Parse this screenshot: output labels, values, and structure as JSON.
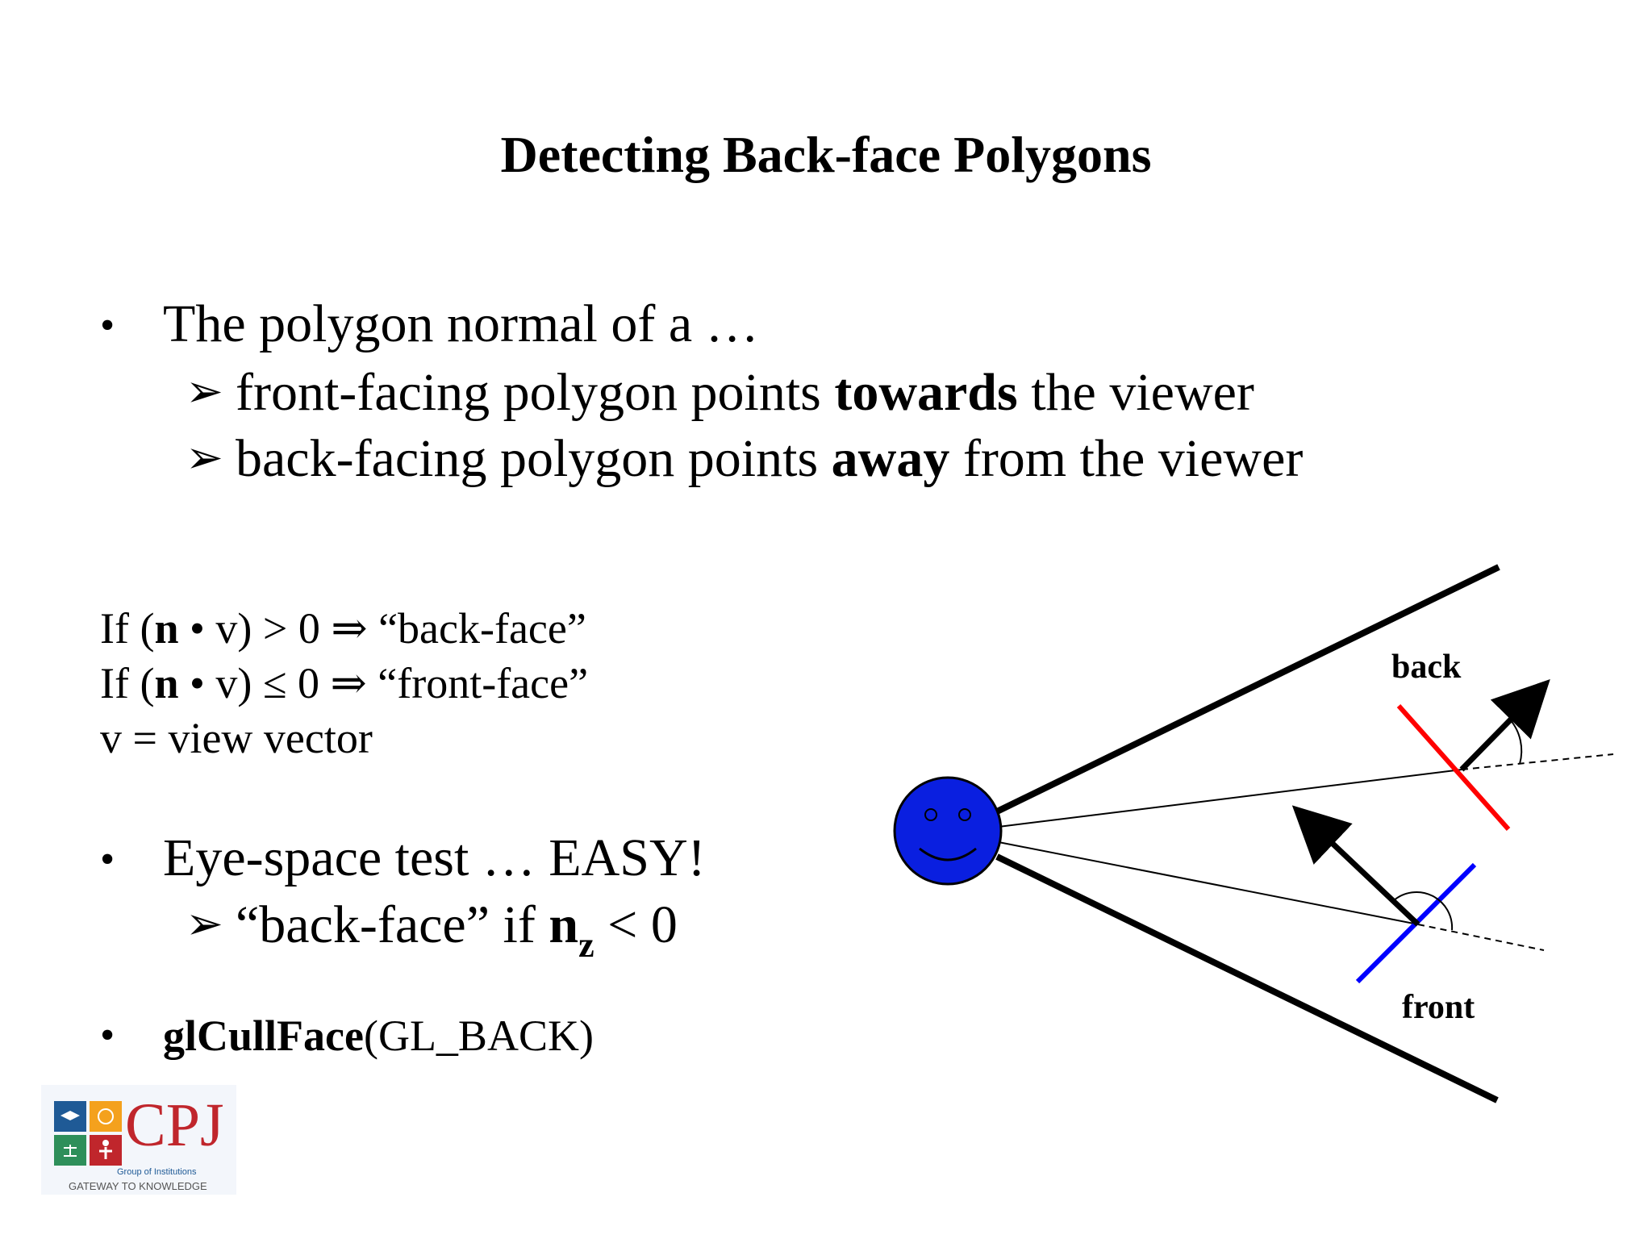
{
  "slide": {
    "title": "Detecting Back-face Polygons",
    "bullet1": {
      "text": "The polygon normal of a …",
      "sub1": {
        "pre": "front-facing polygon points ",
        "bold": "towards",
        "post": " the viewer"
      },
      "sub2": {
        "pre": "back-facing polygon points ",
        "bold": "away",
        "post": " from the viewer"
      }
    },
    "formulas": {
      "line1": {
        "a": "If (",
        "n": "n",
        "b": " • v) > 0 ⇒ “back-face”"
      },
      "line2": {
        "a": "If (",
        "n": "n",
        "b": " • v) ≤ 0 ⇒ “front-face”"
      },
      "line3": "v = view vector"
    },
    "bullet2": {
      "text": "Eye-space test … EASY!",
      "sub": {
        "pre": "“back-face” if ",
        "n": "n",
        "sub": "z",
        "post": " < 0"
      }
    },
    "bullet3": {
      "bold": "glCullFace",
      "post": "(GL_BACK)"
    },
    "bullet_char": "•",
    "subbullet_char": "➢"
  },
  "diagram": {
    "label_back": "back",
    "label_front": "front",
    "colors": {
      "eye": "#0a1fe0",
      "back_polygon": "#ff0000",
      "front_polygon": "#0000ff"
    }
  },
  "logo": {
    "brand": "CPJ",
    "subtitle": "Group of Institutions",
    "tagline": "GATEWAY TO KNOWLEDGE",
    "colors": {
      "brand": "#c0262c",
      "blue": "#1f5a96",
      "orange": "#f4a11d",
      "green": "#2e8f5a",
      "red": "#c0262c"
    }
  }
}
